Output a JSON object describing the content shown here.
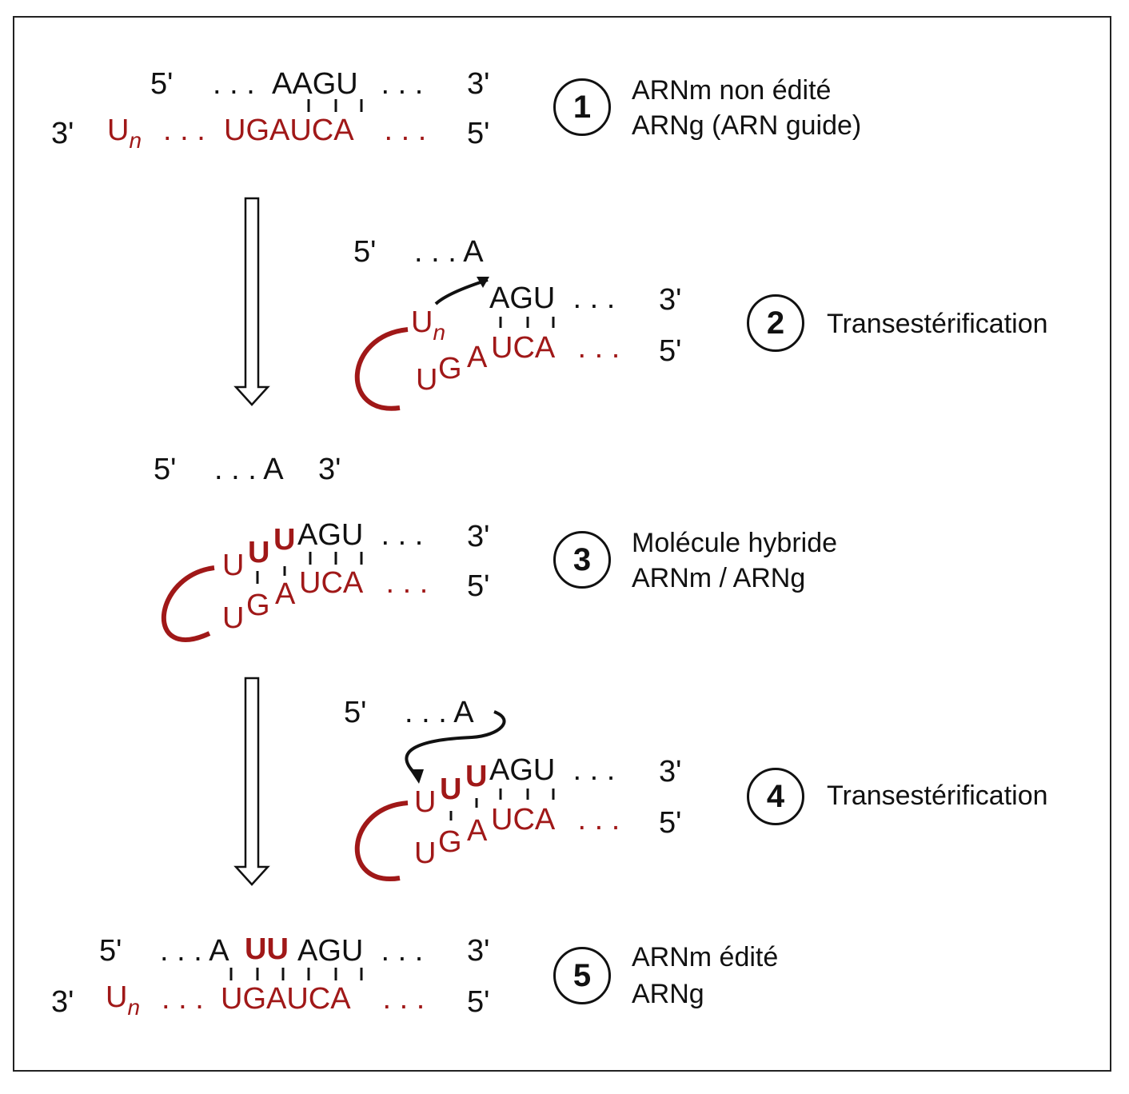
{
  "steps": [
    {
      "number": "1",
      "labels": [
        "ARNm non édité",
        "ARNg (ARN guide)"
      ],
      "top_5": "5'",
      "top_seq_pre": ". . . ",
      "top_seq": "AAGU",
      "top_seq_post": " . . .",
      "top_3": "3'",
      "bot_3": "3'",
      "bot_un": "U",
      "bot_n": "n",
      "bot_dots": ". . . ",
      "bot_seq": "UGAUCA",
      "bot_post": " . . .",
      "bot_5": "5'"
    },
    {
      "number": "2",
      "labels": [
        "Transestérification"
      ],
      "top_5": "5'",
      "top_seq": ". . . A",
      "mid_seq": "AGU",
      "mid_post": " . . .",
      "mid_3": "3'",
      "un": "U",
      "n": "n",
      "bot_u": "U",
      "bot_g": "G",
      "bot_a": "A",
      "bot_seq": "UCA",
      "bot_post": " . . .",
      "bot_5": "5'"
    },
    {
      "number": "3",
      "labels": [
        "Molécule hybride",
        "ARNm / ARNg"
      ],
      "top_5": "5'",
      "top_seq": ". . . A",
      "top_3": "3'",
      "u1": "U",
      "u2": "U",
      "u3": "U",
      "mid_seq": "AGU",
      "mid_post": " . . .",
      "mid_3": "3'",
      "bot_u": "U",
      "bot_g": "G",
      "bot_a": "A",
      "bot_seq": "UCA",
      "bot_post": " . . .",
      "bot_5": "5'"
    },
    {
      "number": "4",
      "labels": [
        "Transestérification"
      ],
      "top_5": "5'",
      "top_seq": ". . . A",
      "u1": "U",
      "u2": "U",
      "u3": "U",
      "mid_seq": "AGU",
      "mid_post": " . . .",
      "mid_3": "3'",
      "bot_u": "U",
      "bot_g": "G",
      "bot_a": "A",
      "bot_seq": "UCA",
      "bot_post": " . . .",
      "bot_5": "5'"
    },
    {
      "number": "5",
      "labels": [
        "ARNm édité",
        "ARNg"
      ],
      "top_5": "5'",
      "top_pre": ". . . A",
      "top_uu": "UU",
      "top_seq": "AGU",
      "top_post": " . . .",
      "top_3": "3'",
      "bot_3": "3'",
      "bot_un": "U",
      "bot_n": "n",
      "bot_dots": ". . . ",
      "bot_seq": "UGAUCA",
      "bot_post": " . . .",
      "bot_5": "5'"
    }
  ],
  "colors": {
    "guide_rna": "#a01818",
    "mrna": "#111111"
  }
}
